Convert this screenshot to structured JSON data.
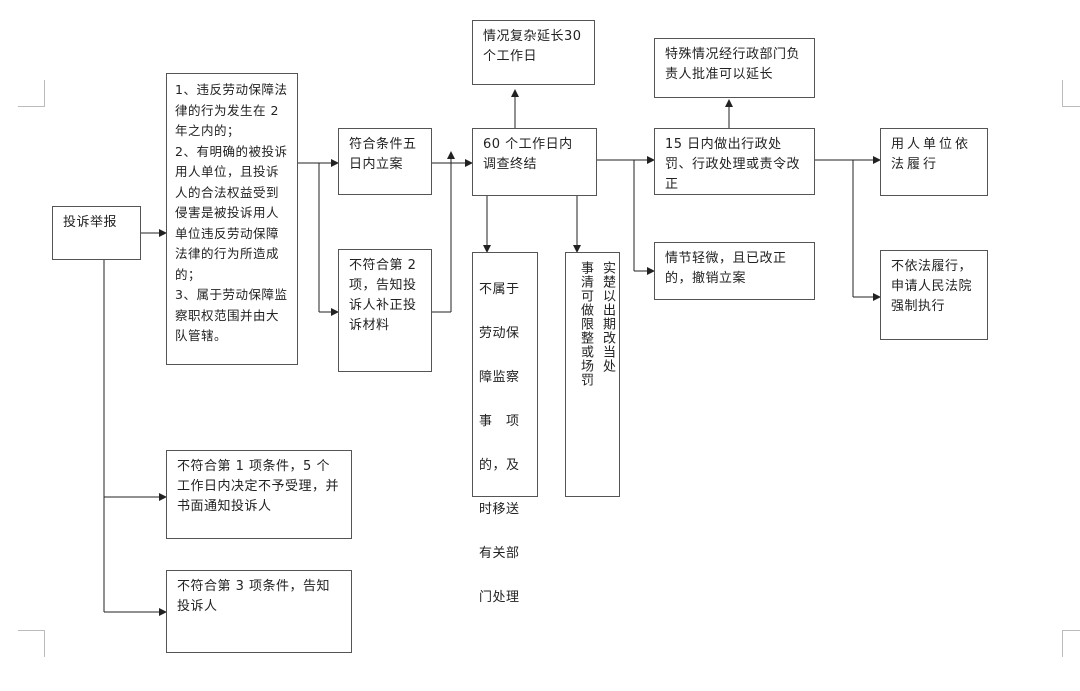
{
  "nodes": {
    "complaint": "投诉举报",
    "conditions": "1、违反劳动保障法律的行为发生在 2 年之内的；\n2、有明确的被投诉用人单位，且投诉人的合法权益受到侵害是被投诉用人单位违反劳动保障法律的行为所造成的；\n3、属于劳动保障监察职权范围并由大队管辖。",
    "file_case": "符合条件五日内立案",
    "supplement": "不符合第 2 项，告知投诉人补正投诉材料",
    "investigate": "60 个工作日内调查终结",
    "extend30": "情况复杂延长30 个工作日",
    "not_labor_line1": "不属于",
    "not_labor_line2": "劳动保",
    "not_labor_line3": "障监察",
    "not_labor_line4": "事　项",
    "not_labor_line5": "的，及",
    "not_labor_line6": "时移送",
    "not_labor_line7": "有关部",
    "not_labor_line8": "门处理",
    "fact_col1": "事清可做限整或场罚",
    "fact_col2": "实楚以出期改当处",
    "penalty15": "15 日内做出行政处罚、行政处理或责令改正",
    "special_extend": "特殊情况经行政部门负责人批准可以延长",
    "minor": "情节轻微，且已改正的，撤销立案",
    "comply": "用人单位依法履行",
    "not_comply": "不依法履行，申请人民法院强制执行",
    "reject1": "不符合第 1 项条件，5 个工作日内决定不予受理，并书面通知投诉人",
    "reject3": "不符合第 3 项条件，告知投诉人"
  }
}
